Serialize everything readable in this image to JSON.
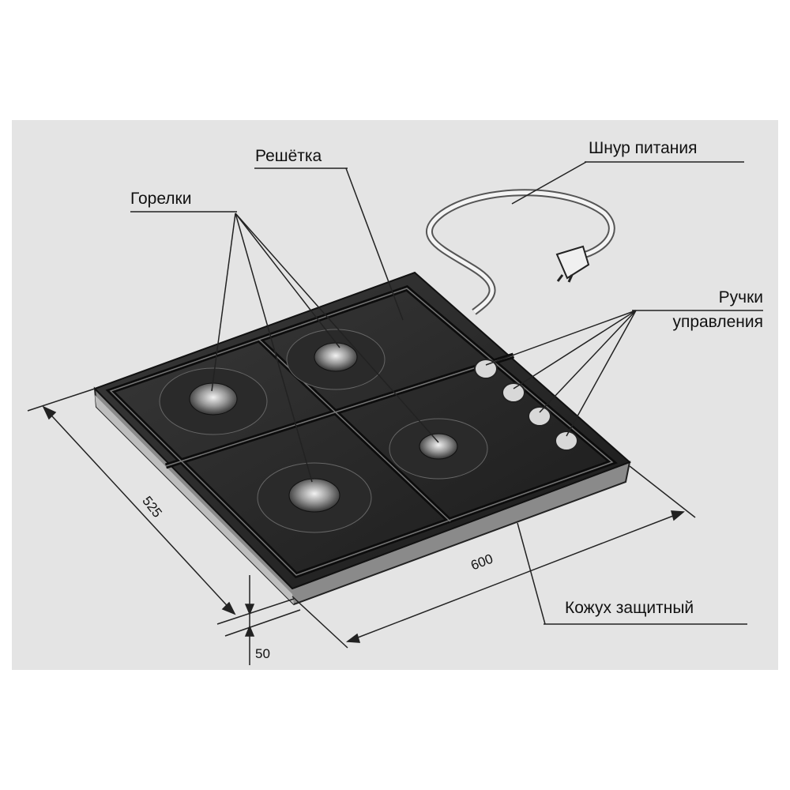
{
  "labels": {
    "burners": "Горелки",
    "grate": "Решётка",
    "power_cord": "Шнур питания",
    "knobs_line1": "Ручки",
    "knobs_line2": "управления",
    "protective_cover": "Кожух защитный"
  },
  "dimensions": {
    "depth": "525",
    "width": "600",
    "height": "50"
  }
}
